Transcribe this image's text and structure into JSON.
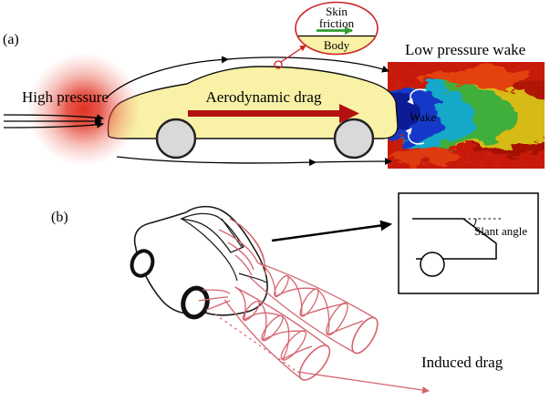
{
  "panel_a": {
    "label": "(a)",
    "high_pressure_label": "High pressure",
    "aerodynamic_drag_label": "Aerodynamic drag",
    "low_pressure_wake_label": "Low pressure wake",
    "wake_label": "Wake",
    "skin_friction_inset": {
      "line1": "Skin",
      "line2": "friction",
      "body_label": "Body"
    }
  },
  "panel_b": {
    "label": "(b)",
    "slant_angle_label": "Slant angle",
    "induced_drag_label": "Induced drag"
  },
  "colors": {
    "car_body": "#f8f1a6",
    "aerodynamic_drag_arrow": "#b51010",
    "skin_friction_arrow": "#2f9e2f",
    "high_pressure_glow": "#e03222",
    "inset_outline": "#cc2222",
    "vortex_red": "#d4646f",
    "wake_text": "#ffffff",
    "wheel_gray": "#d9d9d9"
  }
}
